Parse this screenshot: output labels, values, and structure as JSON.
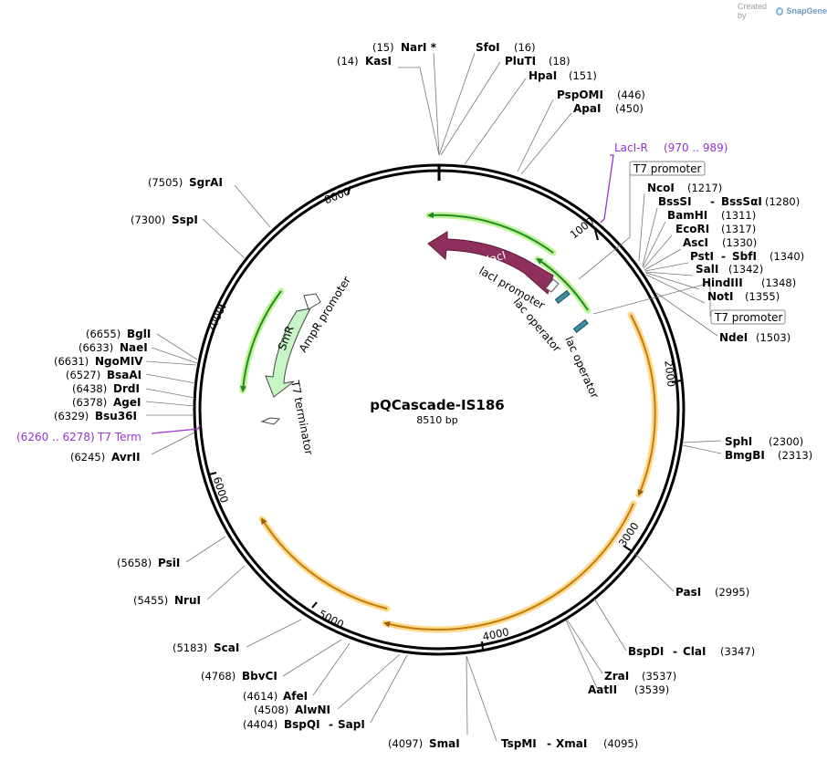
{
  "brand": {
    "created_by": "Created by",
    "app": "SnapGene"
  },
  "plasmid": {
    "name": "pQCascade-IS186",
    "length_label": "8510 bp",
    "length": 8510
  },
  "ticks": [
    "1000",
    "2000",
    "3000",
    "4000",
    "5000",
    "6000",
    "7000",
    "8000"
  ],
  "sites": [
    {
      "name": "NarI *",
      "pos": "(15)"
    },
    {
      "name": "KasI",
      "pos": "(14)"
    },
    {
      "name": "SfoI",
      "pos": "(16)"
    },
    {
      "name": "PluTI",
      "pos": "(18)"
    },
    {
      "name": "HpaI",
      "pos": "(151)"
    },
    {
      "name": "PspOMI",
      "pos": "(446)"
    },
    {
      "name": "ApaI",
      "pos": "(450)"
    },
    {
      "name": "NcoI",
      "pos": "(1217)"
    },
    {
      "name": "BssSI",
      "name2": "BssSαI",
      "pos": "(1280)"
    },
    {
      "name": "BamHI",
      "pos": "(1311)"
    },
    {
      "name": "EcoRI",
      "pos": "(1317)"
    },
    {
      "name": "AscI",
      "pos": "(1330)"
    },
    {
      "name": "PstI",
      "name2": "SbfI",
      "pos": "(1340)"
    },
    {
      "name": "SalI",
      "pos": "(1342)"
    },
    {
      "name": "HindIII",
      "pos": "(1348)"
    },
    {
      "name": "NotI",
      "pos": "(1355)"
    },
    {
      "name": "NdeI",
      "pos": "(1503)"
    },
    {
      "name": "SphI",
      "pos": "(2300)"
    },
    {
      "name": "BmgBI",
      "pos": "(2313)"
    },
    {
      "name": "PasI",
      "pos": "(2995)"
    },
    {
      "name": "BspDI",
      "name2": "ClaI",
      "pos": "(3347)"
    },
    {
      "name": "ZraI",
      "pos": "(3537)"
    },
    {
      "name": "AatII",
      "pos": "(3539)"
    },
    {
      "name": "TspMI",
      "name2": "XmaI",
      "pos": "(4095)"
    },
    {
      "name": "SmaI",
      "pos": "(4097)"
    },
    {
      "name": "BspQI",
      "name2": "SapI",
      "pos": "(4404)"
    },
    {
      "name": "AlwNI",
      "pos": "(4508)"
    },
    {
      "name": "AfeI",
      "pos": "(4614)"
    },
    {
      "name": "BbvCI",
      "pos": "(4768)"
    },
    {
      "name": "ScaI",
      "pos": "(5183)"
    },
    {
      "name": "NruI",
      "pos": "(5455)"
    },
    {
      "name": "PsiI",
      "pos": "(5658)"
    },
    {
      "name": "AvrII",
      "pos": "(6245)"
    },
    {
      "name": "Bsu36I",
      "pos": "(6329)"
    },
    {
      "name": "AgeI",
      "pos": "(6378)"
    },
    {
      "name": "DrdI",
      "pos": "(6438)"
    },
    {
      "name": "BsaAI",
      "pos": "(6527)"
    },
    {
      "name": "NgoMIV",
      "pos": "(6631)"
    },
    {
      "name": "NaeI",
      "pos": "(6633)"
    },
    {
      "name": "BglI",
      "pos": "(6655)"
    },
    {
      "name": "SspI",
      "pos": "(7300)"
    },
    {
      "name": "SgrAI",
      "pos": "(7505)"
    }
  ],
  "primers": [
    {
      "name": "LacI-R",
      "range": "(970 .. 989)"
    },
    {
      "name": "T7 Term",
      "range": "(6260 .. 6278)"
    }
  ],
  "boxed_features": [
    "T7 promoter",
    "T7 promoter"
  ],
  "features": {
    "lacI": "lacI",
    "lacI_promoter": "lacI promoter",
    "lac_operator_1": "lac operator",
    "lac_operator_2": "lac operator",
    "SmR": "SmR",
    "AmpR_promoter": "AmpR promoter",
    "T7_terminator": "T7 terminator"
  },
  "colors": {
    "lacI": "#8f2f5c",
    "SmR": "#c6f5c6",
    "green_arc": "#228b22",
    "green_halo": "#bff29a",
    "orange_arc": "#c07d12",
    "orange_halo": "#ffd98a",
    "primer": "#9933cc",
    "operator": "#3b8ea5"
  }
}
